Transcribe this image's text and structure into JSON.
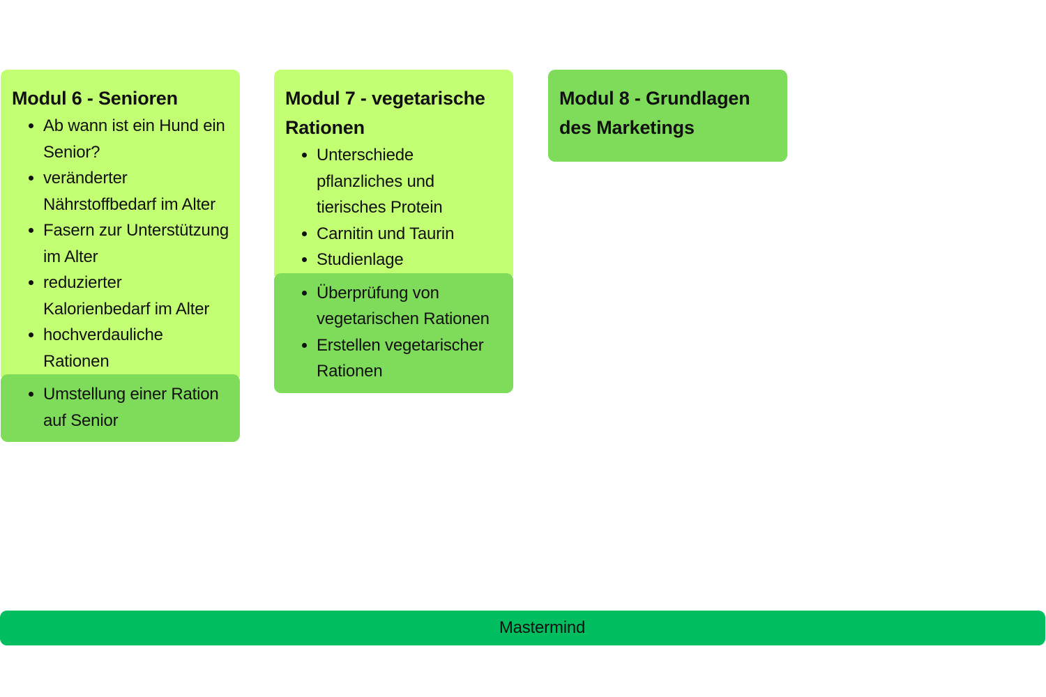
{
  "modules": [
    {
      "title": "Modul 6 - Senioren",
      "theory_items": [
        "Ab wann ist ein Hund ein Senior?",
        "veränderter Nährstoffbedarf im Alter",
        "Fasern zur Unterstützung im Alter",
        "reduzierter Kalorienbedarf im Alter",
        "hochverdauliche Rationen"
      ],
      "practice_items": [
        "Umstellung einer Ration auf Senior"
      ]
    },
    {
      "title": "Modul 7 - vegetarische Rationen",
      "theory_items": [
        "Unterschiede pflanzliches und tierisches Protein",
        "Carnitin und Taurin",
        "Studienlage"
      ],
      "practice_items": [
        "Überprüfung von vegetarischen Rationen",
        "Erstellen vegetarischer Rationen"
      ]
    },
    {
      "title": "Modul 8 - Grundlagen des Marketings"
    }
  ],
  "footer": {
    "label": "Mastermind"
  },
  "colors": {
    "theory_block": "#c3ff73",
    "practice_block": "#7fdb5a",
    "footer_bar": "#00be60"
  }
}
